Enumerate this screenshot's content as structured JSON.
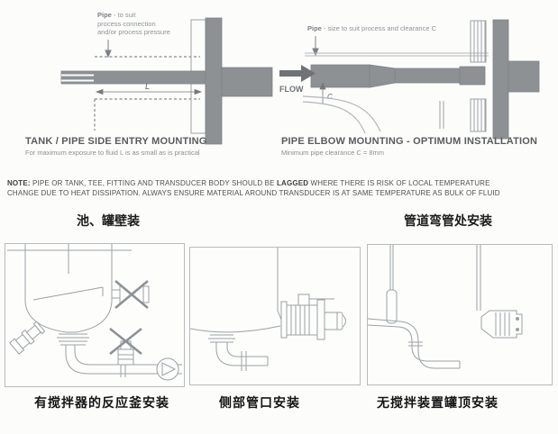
{
  "top_left": {
    "callout_bold": "Pipe",
    "callout_rest1": " - to suit",
    "callout_line2": "process connection",
    "callout_line3": "and/or process pressure",
    "dim_label": "L",
    "title": "TANK / PIPE SIDE ENTRY MOUNTING",
    "subtitle": "For maximum exposure to fluid L is as small as is practical"
  },
  "top_right": {
    "callout_bold": "Pipe",
    "callout_rest": " - size to suit process and clearance C",
    "flow_label": "FLOW",
    "dim_label": "C",
    "title": "PIPE ELBOW MOUNTING - OPTIMUM INSTALLATION",
    "subtitle": "Minimum pipe clearance C = 8mm"
  },
  "note": {
    "bold1": "NOTE:",
    "seg1": " PIPE OR TANK, TEE, FITTING AND TRANSDUCER BODY SHOULD BE ",
    "bold2": "LAGGED",
    "seg2": " WHERE THERE IS RISK OF LOCAL TEMPERATURE",
    "line2": "CHANGE DUE TO HEAT DISSIPATION. ALWAYS ENSURE MATERIAL AROUND TRANSDUCER IS AT SAME TEMPERATURE AS BULK OF FLUID"
  },
  "sections": {
    "left_label": "池、罐壁装",
    "right_label": "管道弯管处安装"
  },
  "panels": [
    {
      "caption": "有搅拌器的反应釜安装"
    },
    {
      "caption": "侧部管口安装"
    },
    {
      "caption": "无搅拌装置罐顶安装"
    }
  ],
  "colors": {
    "transducer_gray": "#8d9193",
    "line_gray": "#9ba1a5",
    "text_gray": "#595b5d",
    "cn_text": "#1c1c1c"
  }
}
